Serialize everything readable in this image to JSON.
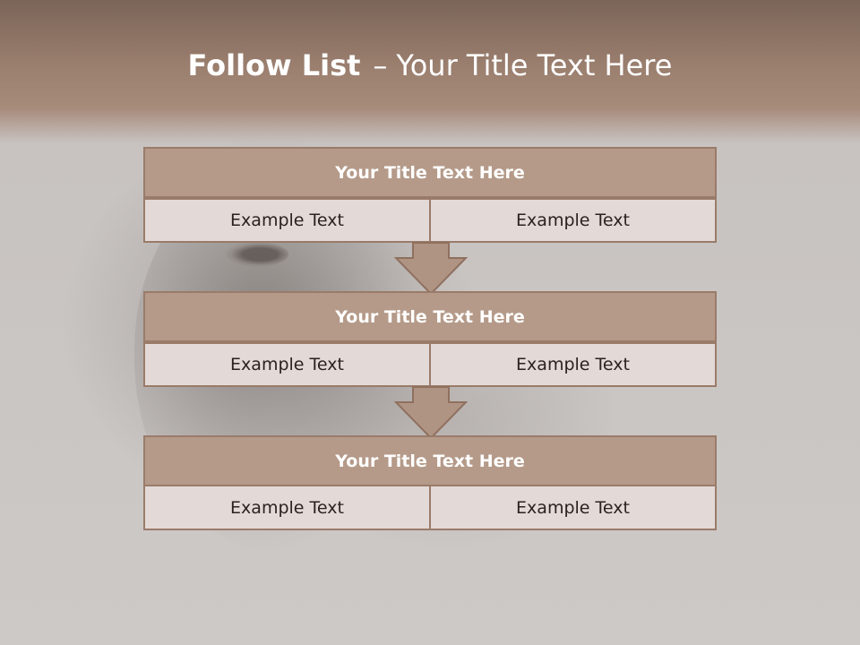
{
  "slide": {
    "title_bold": "Follow List",
    "title_separator": "–",
    "title_rest": "Your Title Text Here"
  },
  "blocks": [
    {
      "title": "Your Title Text Here",
      "left_text": "Example Text",
      "right_text": "Example Text"
    },
    {
      "title": "Your Title Text Here",
      "left_text": "Example Text",
      "right_text": "Example Text"
    },
    {
      "title": "Your Title Text Here",
      "left_text": "Example Text",
      "right_text": "Example Text"
    }
  ],
  "colors": {
    "header": "#9a7e6e",
    "title_bar": "#b59a89",
    "cell": "#e3dad7",
    "border": "#9a7b6a",
    "arrow_fill": "#b09483"
  },
  "icons": [
    "down-arrow-icon",
    "down-arrow-icon"
  ]
}
